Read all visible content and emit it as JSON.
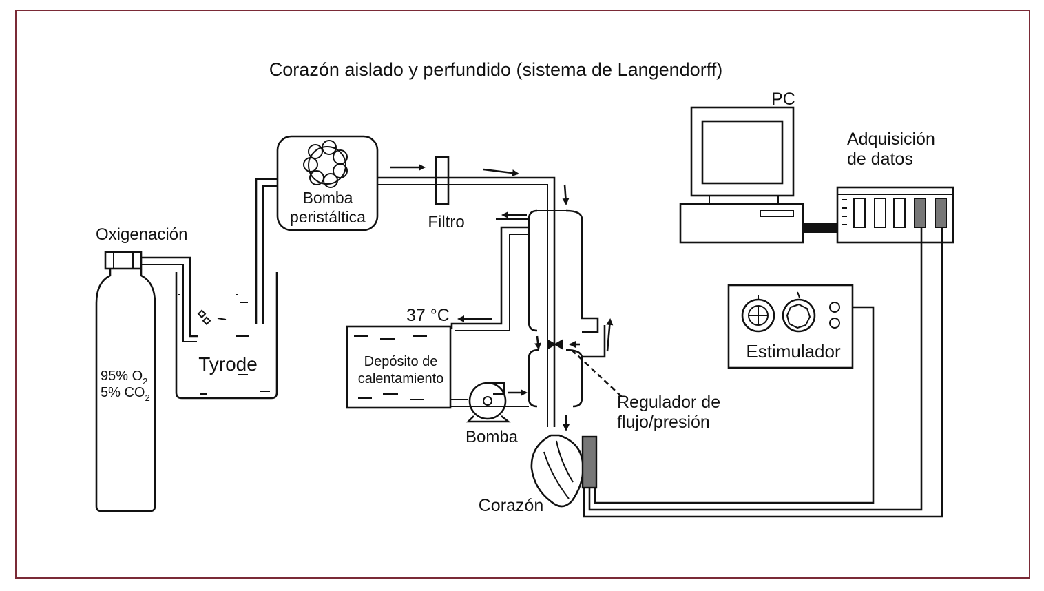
{
  "title": "Corazón aislado y perfundido (sistema de Langendorff)",
  "labels": {
    "pc": "PC",
    "adquisicion_1": "Adquisición",
    "adquisicion_2": "de datos",
    "oxigenacion": "Oxigenación",
    "gas_o2_prefix": "95% O",
    "gas_o2_sub": "2",
    "gas_co2_prefix": "5% CO",
    "gas_co2_sub": "2",
    "tyrode": "Tyrode",
    "bomba_peristaltica_1": "Bomba",
    "bomba_peristaltica_2": "peristáltica",
    "filtro": "Filtro",
    "temperatura": "37 °C",
    "deposito_1": "Depósito de",
    "deposito_2": "calentamiento",
    "bomba": "Bomba",
    "corazon": "Corazón",
    "regulador_1": "Regulador de",
    "regulador_2": "flujo/presión",
    "estimulador": "Estimulador"
  },
  "colors": {
    "frame": "#7a2a36",
    "ink": "#111111",
    "electrode": "#777777"
  }
}
